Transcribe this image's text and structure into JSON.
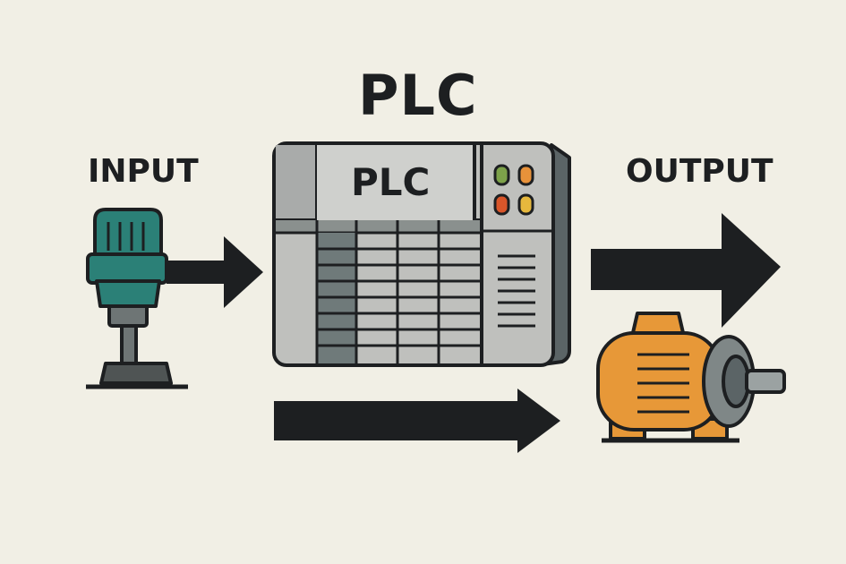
{
  "title": "PLC",
  "input_label": "INPUT",
  "output_label": "OUTPUT",
  "plc_screen_label": "PLC",
  "icons": {
    "input_device": "sensor-icon",
    "controller": "plc-controller-icon",
    "output_device": "electric-motor-icon",
    "arrows": "arrow-right-icon"
  },
  "colors": {
    "background": "#f1efe5",
    "outline": "#1d1f21",
    "sensor": "#2b8077",
    "plc_body": "#bfc0bd",
    "plc_dark": "#6f7a7a",
    "motor": "#e79838",
    "led_green": "#7da24a",
    "led_orange": "#e8923a",
    "led_red": "#d9562a",
    "led_yellow": "#e6b83d"
  }
}
